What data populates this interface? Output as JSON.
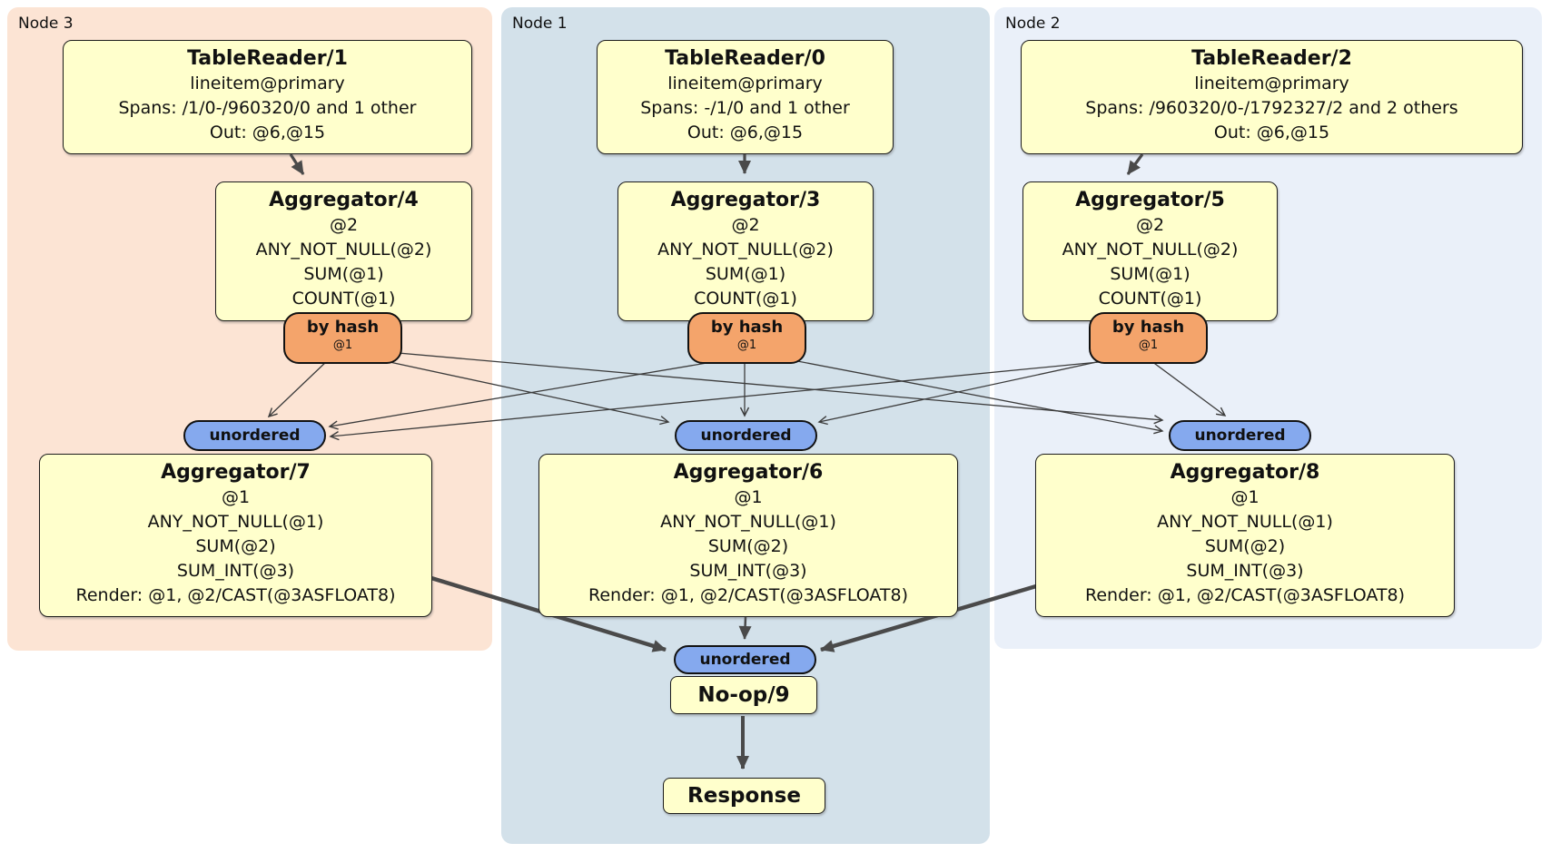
{
  "panels": [
    {
      "label": "Node 3",
      "table_reader": {
        "title": "TableReader/1",
        "lines": [
          "lineitem@primary",
          "Spans: /1/0-/960320/0 and 1 other",
          "Out: @6,@15"
        ]
      },
      "aggregator": {
        "title": "Aggregator/4",
        "lines": [
          "@2",
          "ANY_NOT_NULL(@2)",
          "SUM(@1)",
          "COUNT(@1)"
        ]
      },
      "router": {
        "label": "by hash",
        "key": "@1"
      },
      "sync": {
        "label": "unordered"
      },
      "final_aggregator": {
        "title": "Aggregator/7",
        "lines": [
          "@1",
          "ANY_NOT_NULL(@1)",
          "SUM(@2)",
          "SUM_INT(@3)",
          "Render: @1, @2/CAST(@3ASFLOAT8)"
        ]
      }
    },
    {
      "label": "Node 1",
      "table_reader": {
        "title": "TableReader/0",
        "lines": [
          "lineitem@primary",
          "Spans: -/1/0 and 1 other",
          "Out: @6,@15"
        ]
      },
      "aggregator": {
        "title": "Aggregator/3",
        "lines": [
          "@2",
          "ANY_NOT_NULL(@2)",
          "SUM(@1)",
          "COUNT(@1)"
        ]
      },
      "router": {
        "label": "by hash",
        "key": "@1"
      },
      "sync": {
        "label": "unordered"
      },
      "final_aggregator": {
        "title": "Aggregator/6",
        "lines": [
          "@1",
          "ANY_NOT_NULL(@1)",
          "SUM(@2)",
          "SUM_INT(@3)",
          "Render: @1, @2/CAST(@3ASFLOAT8)"
        ]
      }
    },
    {
      "label": "Node 2",
      "table_reader": {
        "title": "TableReader/2",
        "lines": [
          "lineitem@primary",
          "Spans: /960320/0-/1792327/2 and 2 others",
          "Out: @6,@15"
        ]
      },
      "aggregator": {
        "title": "Aggregator/5",
        "lines": [
          "@2",
          "ANY_NOT_NULL(@2)",
          "SUM(@1)",
          "COUNT(@1)"
        ]
      },
      "router": {
        "label": "by hash",
        "key": "@1"
      },
      "sync": {
        "label": "unordered"
      },
      "final_aggregator": {
        "title": "Aggregator/8",
        "lines": [
          "@1",
          "ANY_NOT_NULL(@1)",
          "SUM(@2)",
          "SUM_INT(@3)",
          "Render: @1, @2/CAST(@3ASFLOAT8)"
        ]
      }
    }
  ],
  "output_chain": {
    "sync": {
      "label": "unordered"
    },
    "noop": {
      "title": "No-op/9"
    },
    "response": {
      "title": "Response"
    }
  },
  "colors": {
    "node3_bg": "#fce4d4",
    "node1_bg": "#d3e1ea",
    "node2_bg": "#eaf0f9",
    "box_bg": "#ffffcc",
    "router_bg": "#f4a46b",
    "sync_bg": "#85a9ee",
    "edge": "#4a4a4a"
  }
}
